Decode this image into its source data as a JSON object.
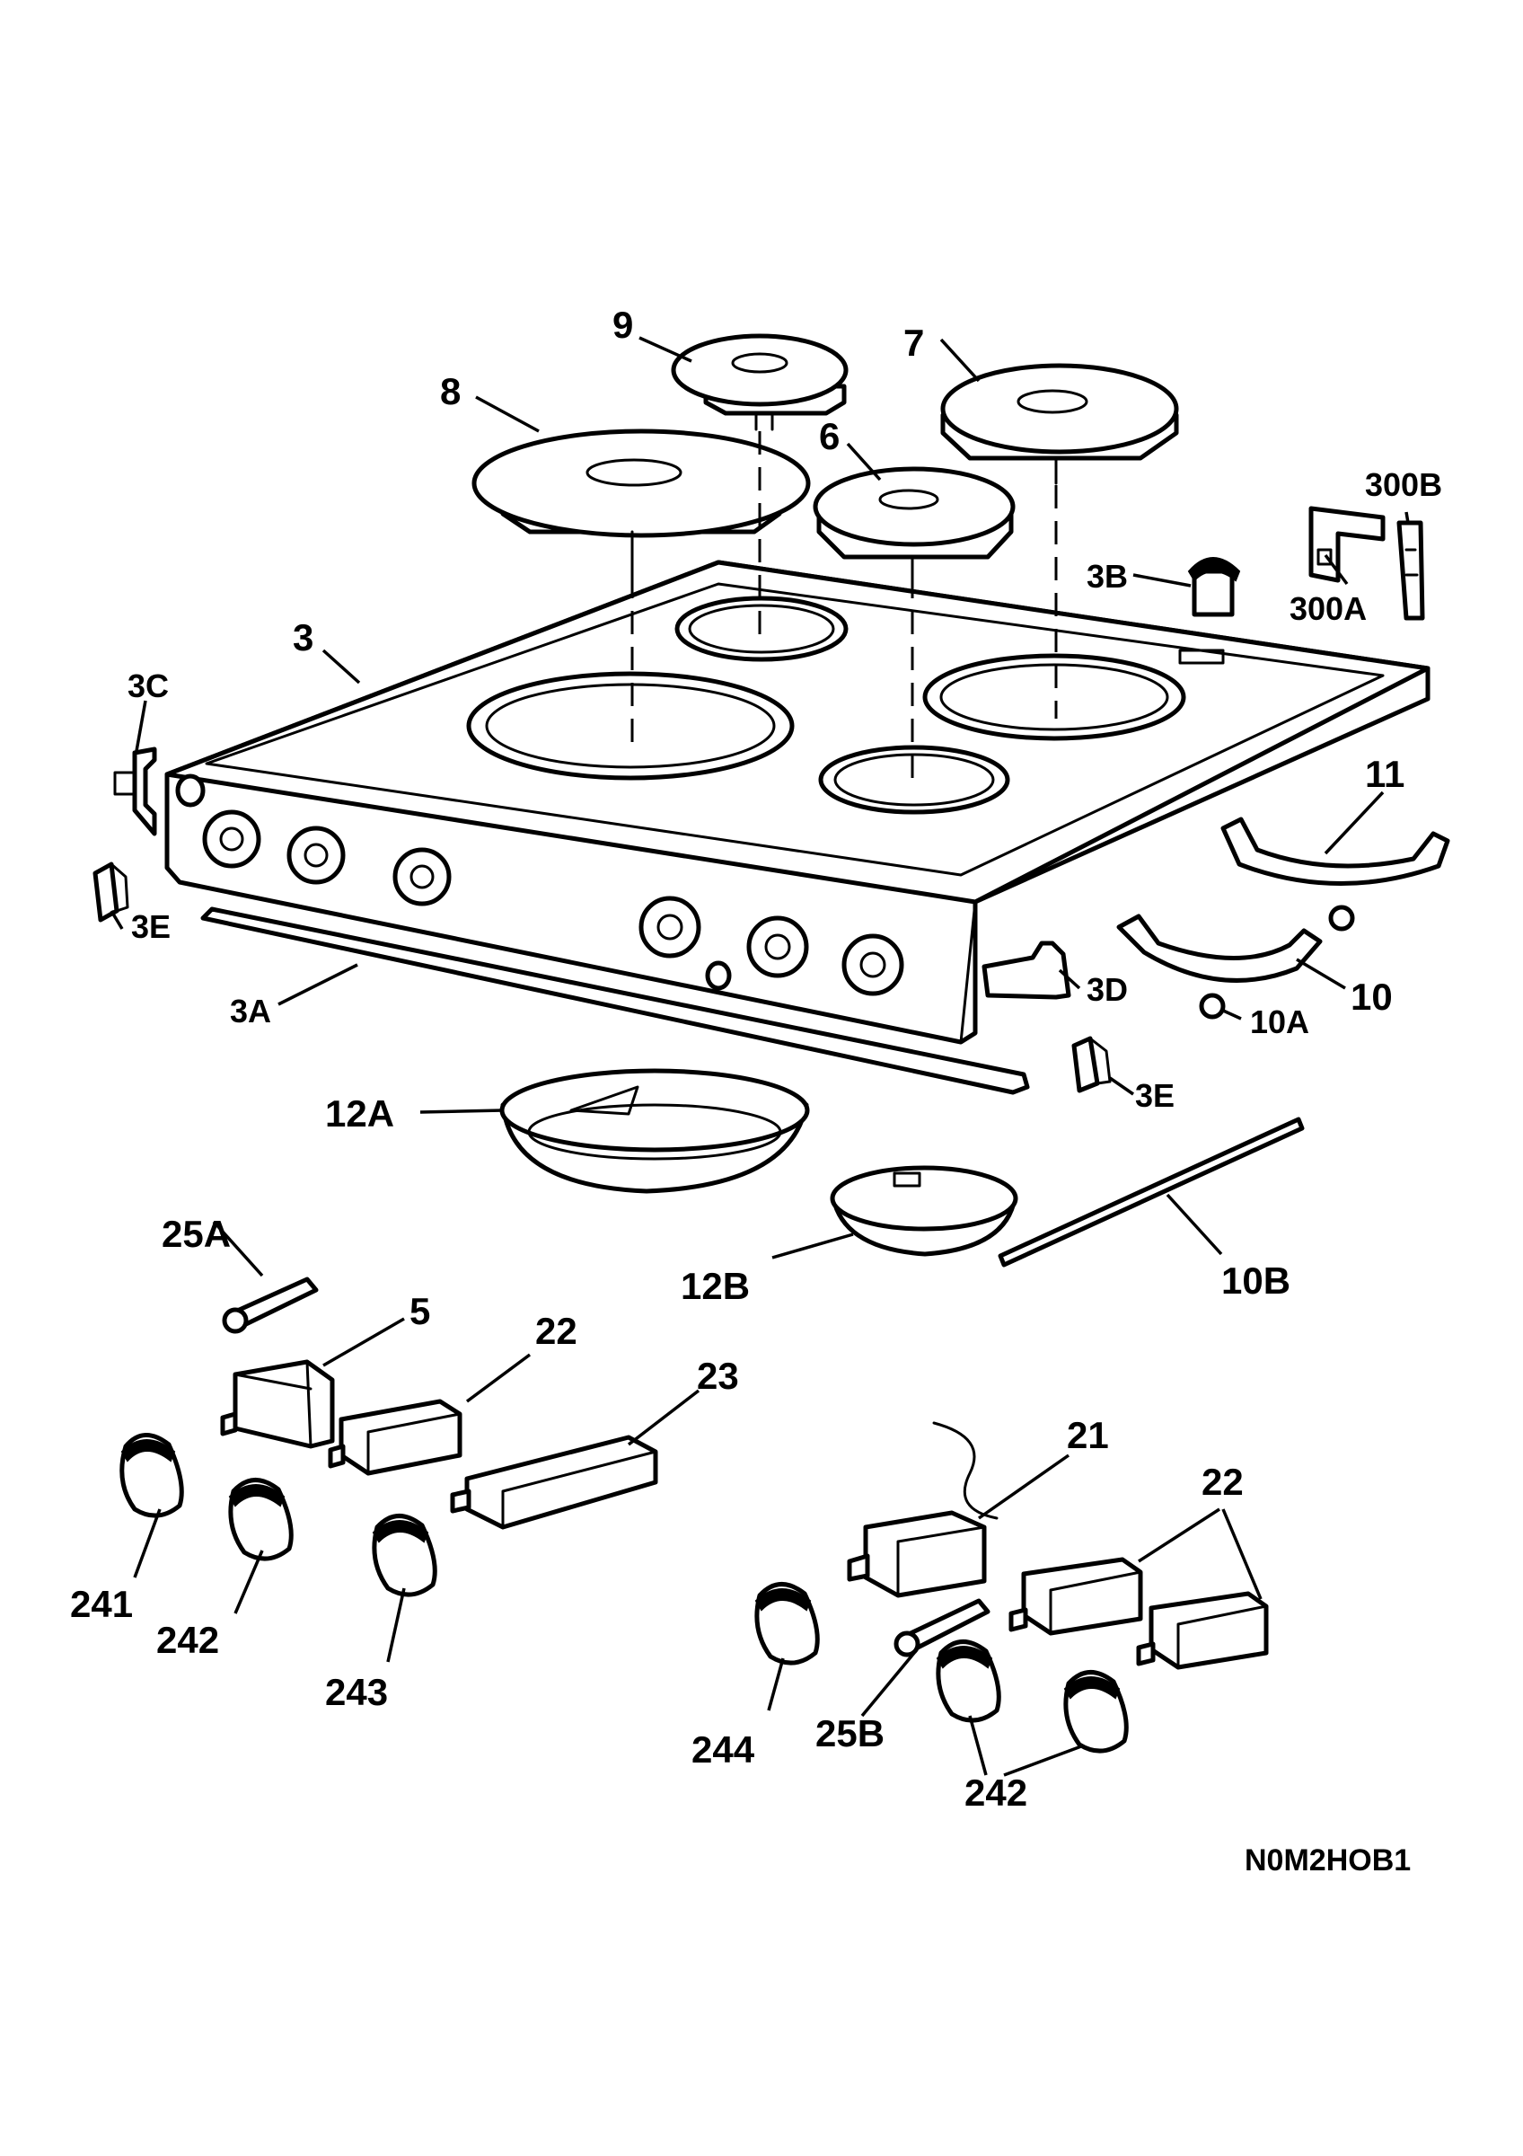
{
  "labels": {
    "l9": "9",
    "l7": "7",
    "l8": "8",
    "l6": "6",
    "l300b": "300B",
    "l3b": "3B",
    "l300a": "300A",
    "l3": "3",
    "l3c": "3C",
    "l3e_left": "3E",
    "l3a": "3A",
    "l11": "11",
    "l3d": "3D",
    "l10": "10",
    "l10a": "10A",
    "l3e_right": "3E",
    "l12a": "12A",
    "l12b": "12B",
    "l10b": "10B",
    "l25a": "25A",
    "l5": "5",
    "l22_left": "22",
    "l23": "23",
    "l21": "21",
    "l22_right": "22",
    "l241": "241",
    "l242_left": "242",
    "l243": "243",
    "l244": "244",
    "l25b": "25B",
    "l242_right": "242"
  },
  "drawing_code": "N0M2HOB1"
}
